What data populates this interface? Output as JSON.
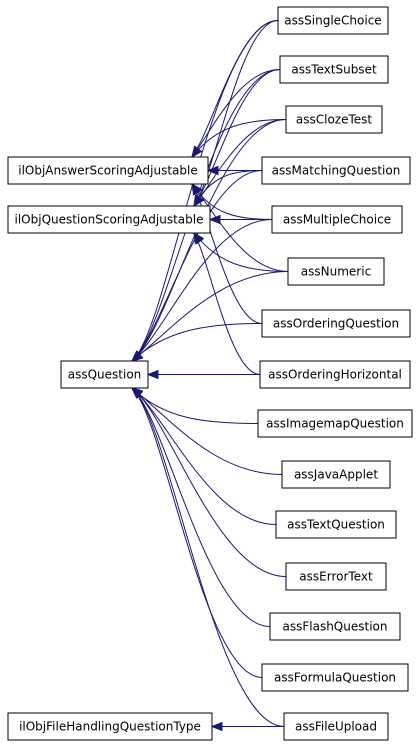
{
  "diagram": {
    "type": "class-inheritance-graph",
    "edge_color": "#191970",
    "node_border_color": "#000000",
    "background": "#ffffff",
    "nodes": [
      {
        "id": "iAns",
        "label": "ilObjAnswerScoringAdjustable"
      },
      {
        "id": "iQue",
        "label": "ilObjQuestionScoringAdjustable"
      },
      {
        "id": "aQ",
        "label": "assQuestion"
      },
      {
        "id": "iFile",
        "label": "ilObjFileHandlingQuestionType"
      },
      {
        "id": "sc",
        "label": "assSingleChoice"
      },
      {
        "id": "ts",
        "label": "assTextSubset"
      },
      {
        "id": "ct",
        "label": "assClozeTest"
      },
      {
        "id": "mq",
        "label": "assMatchingQuestion"
      },
      {
        "id": "mc",
        "label": "assMultipleChoice"
      },
      {
        "id": "nu",
        "label": "assNumeric"
      },
      {
        "id": "oq",
        "label": "assOrderingQuestion"
      },
      {
        "id": "oh",
        "label": "assOrderingHorizontal"
      },
      {
        "id": "im",
        "label": "assImagemapQuestion"
      },
      {
        "id": "ja",
        "label": "assJavaApplet"
      },
      {
        "id": "tq",
        "label": "assTextQuestion"
      },
      {
        "id": "et",
        "label": "assErrorText"
      },
      {
        "id": "fq",
        "label": "assFlashQuestion"
      },
      {
        "id": "fo",
        "label": "assFormulaQuestion"
      },
      {
        "id": "fu",
        "label": "assFileUpload"
      }
    ],
    "edges": [
      {
        "from": "sc",
        "to": "iAns"
      },
      {
        "from": "ts",
        "to": "iAns"
      },
      {
        "from": "ct",
        "to": "iAns"
      },
      {
        "from": "mq",
        "to": "iAns"
      },
      {
        "from": "mc",
        "to": "iAns"
      },
      {
        "from": "nu",
        "to": "iAns"
      },
      {
        "from": "oq",
        "to": "iAns"
      },
      {
        "from": "sc",
        "to": "iQue"
      },
      {
        "from": "ts",
        "to": "iQue"
      },
      {
        "from": "ct",
        "to": "iQue"
      },
      {
        "from": "mq",
        "to": "iQue"
      },
      {
        "from": "mc",
        "to": "iQue"
      },
      {
        "from": "nu",
        "to": "iQue"
      },
      {
        "from": "oh",
        "to": "iQue"
      },
      {
        "from": "sc",
        "to": "aQ"
      },
      {
        "from": "ts",
        "to": "aQ"
      },
      {
        "from": "ct",
        "to": "aQ"
      },
      {
        "from": "mq",
        "to": "aQ"
      },
      {
        "from": "mc",
        "to": "aQ"
      },
      {
        "from": "nu",
        "to": "aQ"
      },
      {
        "from": "oq",
        "to": "aQ"
      },
      {
        "from": "oh",
        "to": "aQ"
      },
      {
        "from": "im",
        "to": "aQ"
      },
      {
        "from": "ja",
        "to": "aQ"
      },
      {
        "from": "tq",
        "to": "aQ"
      },
      {
        "from": "et",
        "to": "aQ"
      },
      {
        "from": "fq",
        "to": "aQ"
      },
      {
        "from": "fo",
        "to": "aQ"
      },
      {
        "from": "fu",
        "to": "aQ"
      },
      {
        "from": "fu",
        "to": "iFile"
      }
    ]
  }
}
